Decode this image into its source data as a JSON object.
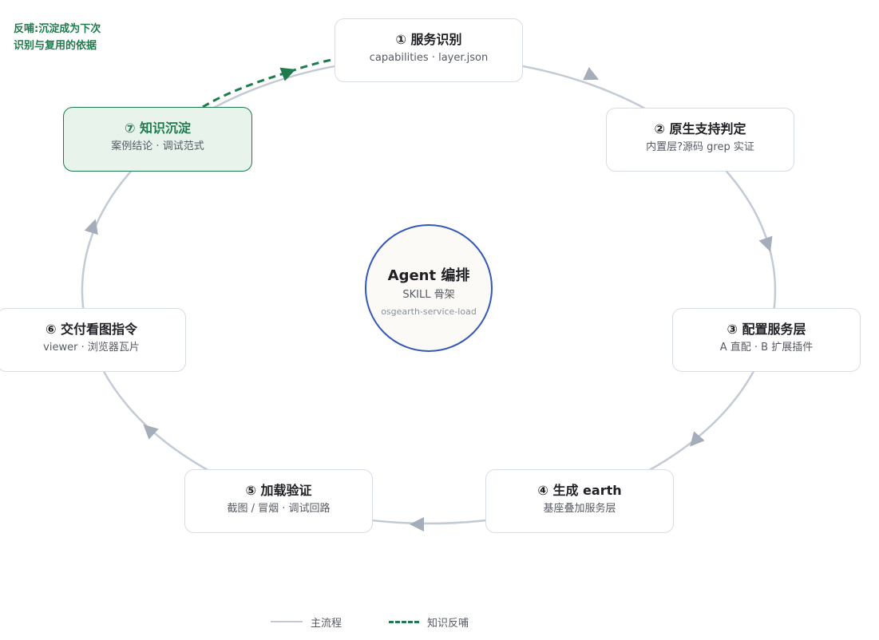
{
  "center": {
    "title": "Agent 编排",
    "subtitle": "SKILL 骨架",
    "identifier": "osgearth-service-load"
  },
  "steps": [
    {
      "title": "① 服务识别",
      "subtitle": "capabilities · layer.json"
    },
    {
      "title": "② 原生支持判定",
      "subtitle": "内置层?源码 grep 实证"
    },
    {
      "title": "③ 配置服务层",
      "subtitle": "A 直配 · B 扩展插件"
    },
    {
      "title": "④ 生成 earth",
      "subtitle": "基座叠加服务层"
    },
    {
      "title": "⑤ 加载验证",
      "subtitle": "截图 / 冒烟 · 调试回路"
    },
    {
      "title": "⑥ 交付看图指令",
      "subtitle": "viewer · 浏览器瓦片"
    },
    {
      "title": "⑦ 知识沉淀",
      "subtitle": "案例结论 · 调试范式"
    }
  ],
  "feedback_note": {
    "line1": "反哺:沉淀成为下次",
    "line2": "识别与复用的依据"
  },
  "legend": {
    "main_flow": "主流程",
    "knowledge_feedback": "知识反哺"
  },
  "colors": {
    "main_flow_line": "#c2cad6",
    "arrowhead": "#a4adb9",
    "feedback": "#1f7a4d",
    "knowledge_fill": "#e8f3ec",
    "center_border": "#3557b7",
    "node_border": "#d7dde5"
  }
}
